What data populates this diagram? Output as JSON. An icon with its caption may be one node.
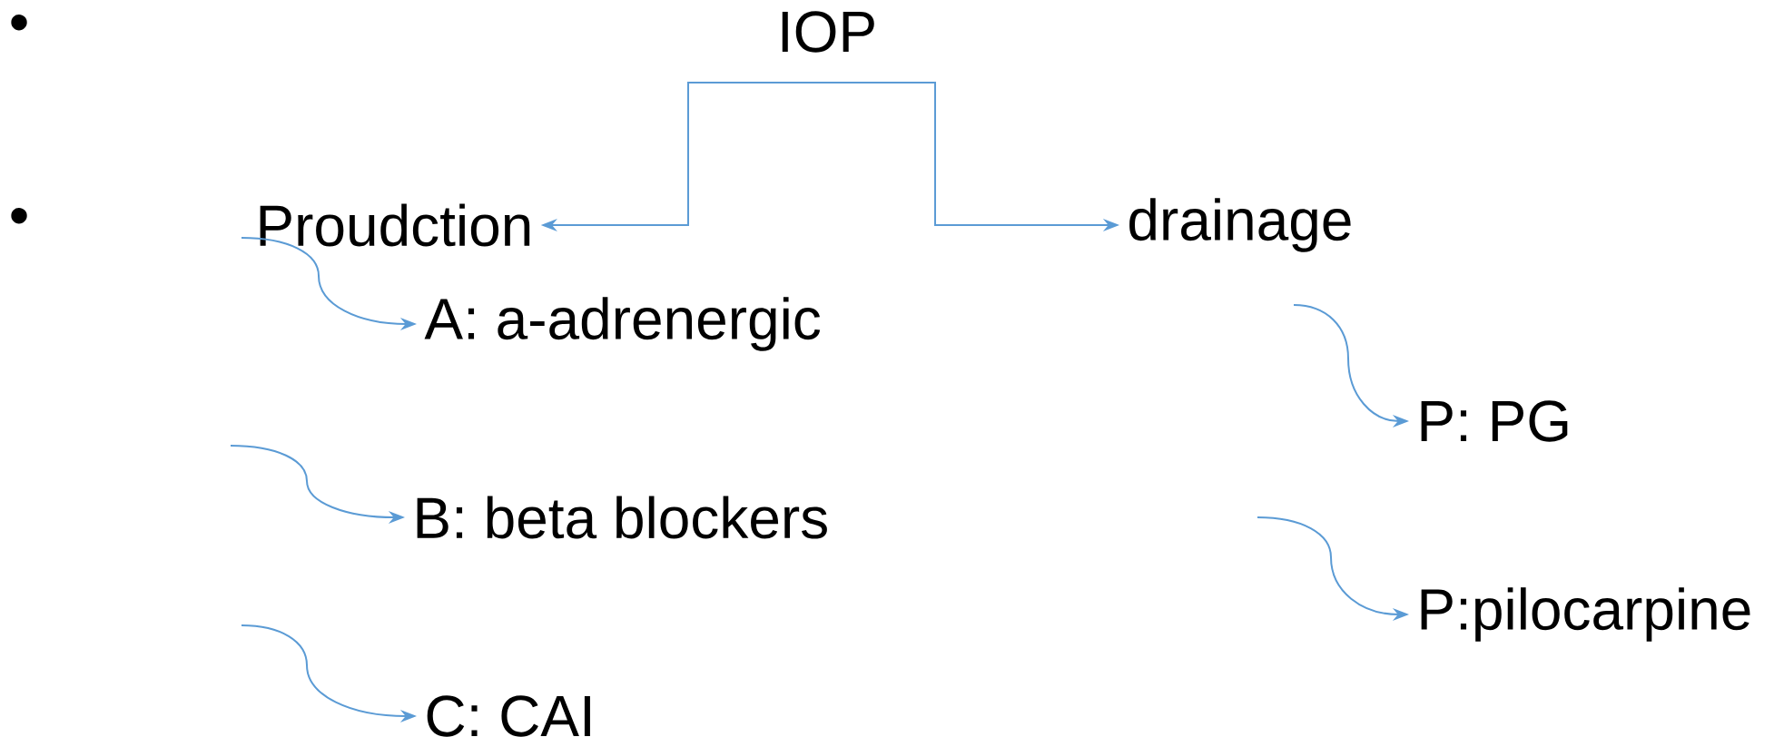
{
  "diagram": {
    "nodes": [
      {
        "text": [
          "IOP"
        ]
      },
      {
        "text": [
          "Proudction"
        ]
      },
      {
        "text": [
          "drainage"
        ]
      },
      {
        "text": [
          "A: a-adrenergic"
        ]
      },
      {
        "text": [
          "P: PG"
        ]
      },
      {
        "text": [
          "B: beta blockers"
        ]
      },
      {
        "text": [
          "P:pilocarpine"
        ]
      },
      {
        "text": [
          "C: CAI"
        ]
      }
    ],
    "edges": [
      {
        "from": 0,
        "to": 1,
        "arrow": "to"
      },
      {
        "from": 0,
        "to": 2,
        "arrow": "to"
      },
      {
        "from": 1,
        "to": 3,
        "arrow": "to"
      },
      {
        "from": null,
        "to": 4,
        "arrow": "to"
      },
      {
        "from": null,
        "to": 5,
        "arrow": "to"
      },
      {
        "from": null,
        "to": 6,
        "arrow": "to"
      },
      {
        "from": null,
        "to": 7,
        "arrow": "to"
      }
    ],
    "labels": [
      "•",
      "•"
    ]
  }
}
